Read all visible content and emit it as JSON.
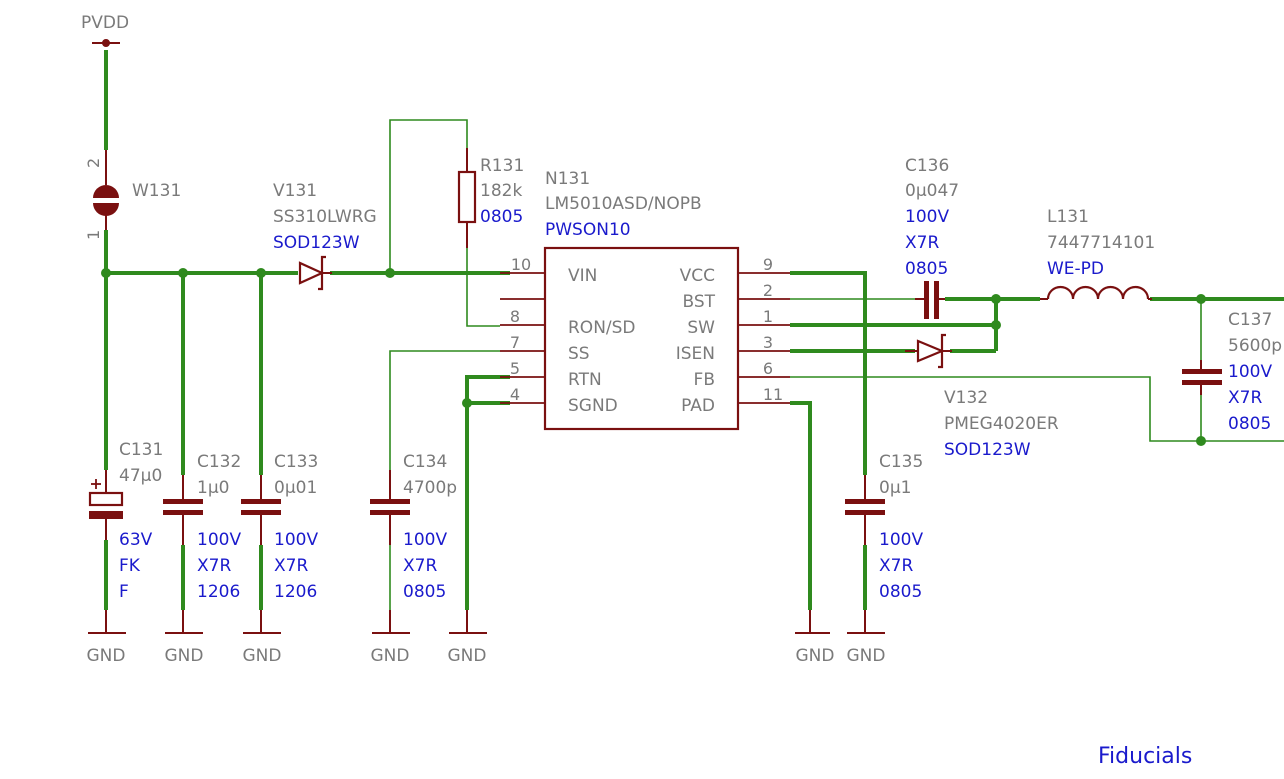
{
  "colors": {
    "wire": "#2f8a1e",
    "component": "#7a1010",
    "ref_text": "#7a7a7a",
    "value_text": "#1a1acc"
  },
  "supplies": {
    "pvdd": "PVDD",
    "gnd": "GND"
  },
  "w131": {
    "ref": "W131",
    "pin_top": "2",
    "pin_bottom": "1"
  },
  "v131": {
    "ref": "V131",
    "value": "SS310LWRG",
    "package": "SOD123W"
  },
  "r131": {
    "ref": "R131",
    "value": "182k",
    "package": "0805"
  },
  "n131": {
    "ref": "N131",
    "value": "LM5010ASD/NOPB",
    "package": "PWSON10",
    "left_pins": [
      {
        "num": "10",
        "name": "VIN"
      },
      {
        "num": "8",
        "name": "RON/SD"
      },
      {
        "num": "7",
        "name": "SS"
      },
      {
        "num": "5",
        "name": "RTN"
      },
      {
        "num": "4",
        "name": "SGND"
      }
    ],
    "right_pins": [
      {
        "num": "9",
        "name": "VCC"
      },
      {
        "num": "2",
        "name": "BST"
      },
      {
        "num": "1",
        "name": "SW"
      },
      {
        "num": "3",
        "name": "ISEN"
      },
      {
        "num": "6",
        "name": "FB"
      },
      {
        "num": "11",
        "name": "PAD"
      }
    ]
  },
  "c136": {
    "ref": "C136",
    "value": "0µ047",
    "voltage": "100V",
    "dielectric": "X7R",
    "package": "0805"
  },
  "l131": {
    "ref": "L131",
    "value": "7447714101",
    "package": "WE-PD"
  },
  "c137": {
    "ref": "C137",
    "value": "5600p",
    "voltage": "100V",
    "dielectric": "X7R",
    "package": "0805"
  },
  "v132": {
    "ref": "V132",
    "value": "PMEG4020ER",
    "package": "SOD123W"
  },
  "c131": {
    "ref": "C131",
    "value": "47µ0",
    "voltage": "63V",
    "dielectric": "FK",
    "package": "F"
  },
  "c132": {
    "ref": "C132",
    "value": "1µ0",
    "voltage": "100V",
    "dielectric": "X7R",
    "package": "1206"
  },
  "c133": {
    "ref": "C133",
    "value": "0µ01",
    "voltage": "100V",
    "dielectric": "X7R",
    "package": "1206"
  },
  "c134": {
    "ref": "C134",
    "value": "4700p",
    "voltage": "100V",
    "dielectric": "X7R",
    "package": "0805"
  },
  "c135": {
    "ref": "C135",
    "value": "0µ1",
    "voltage": "100V",
    "dielectric": "X7R",
    "package": "0805"
  },
  "notes": {
    "fiducials": "Fiducials"
  }
}
